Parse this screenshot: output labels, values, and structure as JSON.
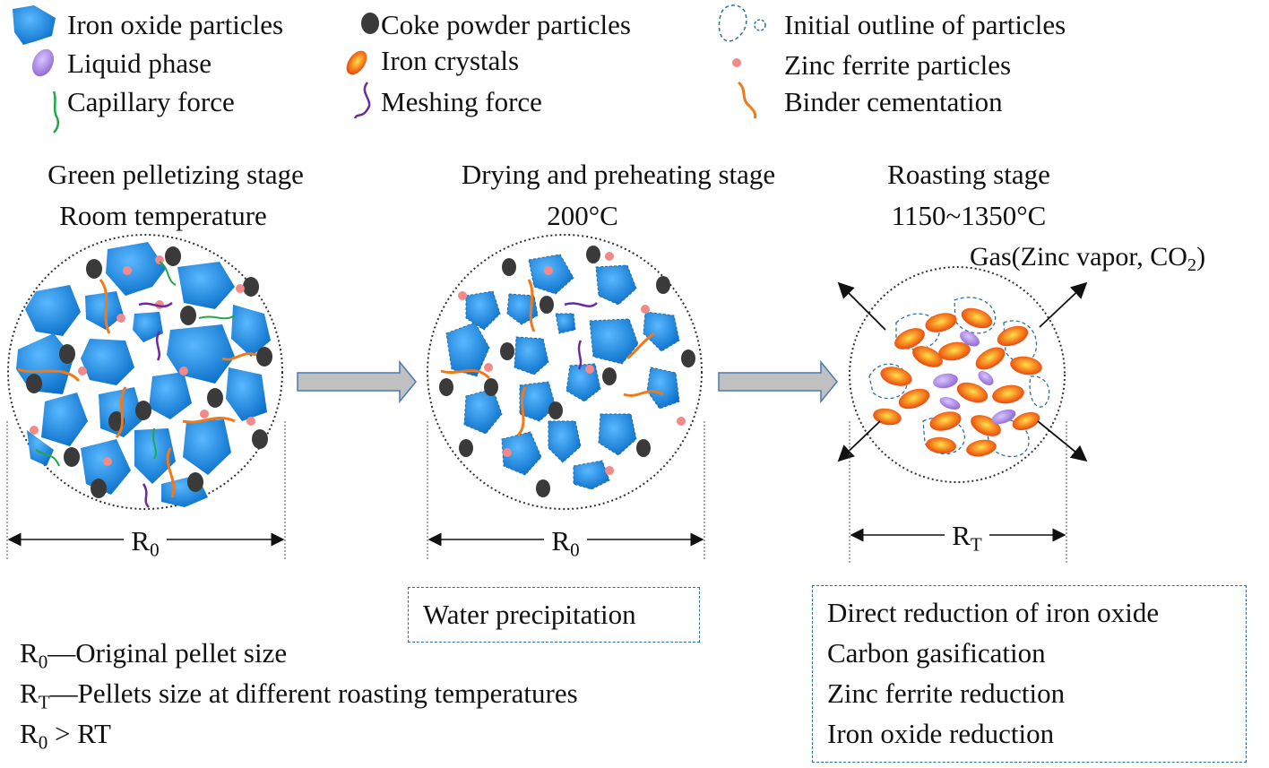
{
  "legend": {
    "iron_oxide": "Iron oxide particles",
    "coke": "Coke powder particles",
    "outline": "Initial outline of particles",
    "liquid": "Liquid phase",
    "iron_crystals": "Iron crystals",
    "zinc_ferrite": "Zinc ferrite particles",
    "capillary": "Capillary force",
    "meshing": "Meshing force",
    "binder": "Binder cementation"
  },
  "stages": [
    {
      "title": "Green pelletizing stage",
      "temp": "Room temperature",
      "dim_base": "R",
      "dim_sub": "0"
    },
    {
      "title": "Drying and preheating stage",
      "temp": "200°C",
      "dim_base": "R",
      "dim_sub": "0"
    },
    {
      "title": "Roasting stage",
      "temp": "1150~1350°C",
      "dim_base": "R",
      "dim_sub": "T"
    }
  ],
  "gas_label": {
    "prefix": "Gas(Zinc vapor, CO",
    "sub": "2",
    "suffix": ")"
  },
  "water_box": "Water precipitation",
  "reactions": [
    "Direct reduction of iron oxide",
    "Carbon gasification",
    "Zinc ferrite reduction",
    "Iron oxide reduction"
  ],
  "notes": {
    "r0_base": "R",
    "r0_sub": "0",
    "r0_text": "—Original pellet size",
    "rt_base": "R",
    "rt_sub": "T",
    "rt_text": "—Pellets size at different roasting temperatures",
    "cmp_base": "R",
    "cmp_sub": "0",
    "cmp_text": " > RT"
  },
  "colors": {
    "iron_oxide": "#1e90e6",
    "coke": "#3a3a3a",
    "liquid": "#9b72d6",
    "iron_crystal": "#f05a1a",
    "zinc_ferrite": "#f28a8a",
    "capillary": "#22a84a",
    "meshing": "#6a2aa0",
    "binder": "#f07a1a",
    "outline": "#2e6f9e"
  }
}
